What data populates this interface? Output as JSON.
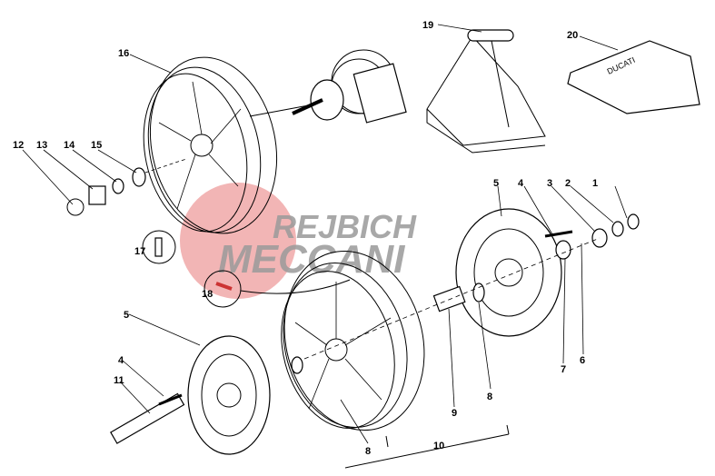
{
  "diagram": {
    "title": "Wheels exploded view",
    "watermark": {
      "line1": "REJBICH",
      "line2": "MECCANI",
      "circle_color": "#e87878",
      "text_color": "#9a9a9a"
    },
    "pouch_text": "DUCATI",
    "callouts": [
      "1",
      "2",
      "3",
      "4",
      "5",
      "6",
      "7",
      "8",
      "9",
      "10",
      "11",
      "12",
      "13",
      "14",
      "15",
      "16",
      "17",
      "18",
      "19",
      "20"
    ],
    "callouts_extra": {
      "front_disc_5": "5",
      "front_bolt_4": "4",
      "front_spacer_8": "8"
    }
  }
}
